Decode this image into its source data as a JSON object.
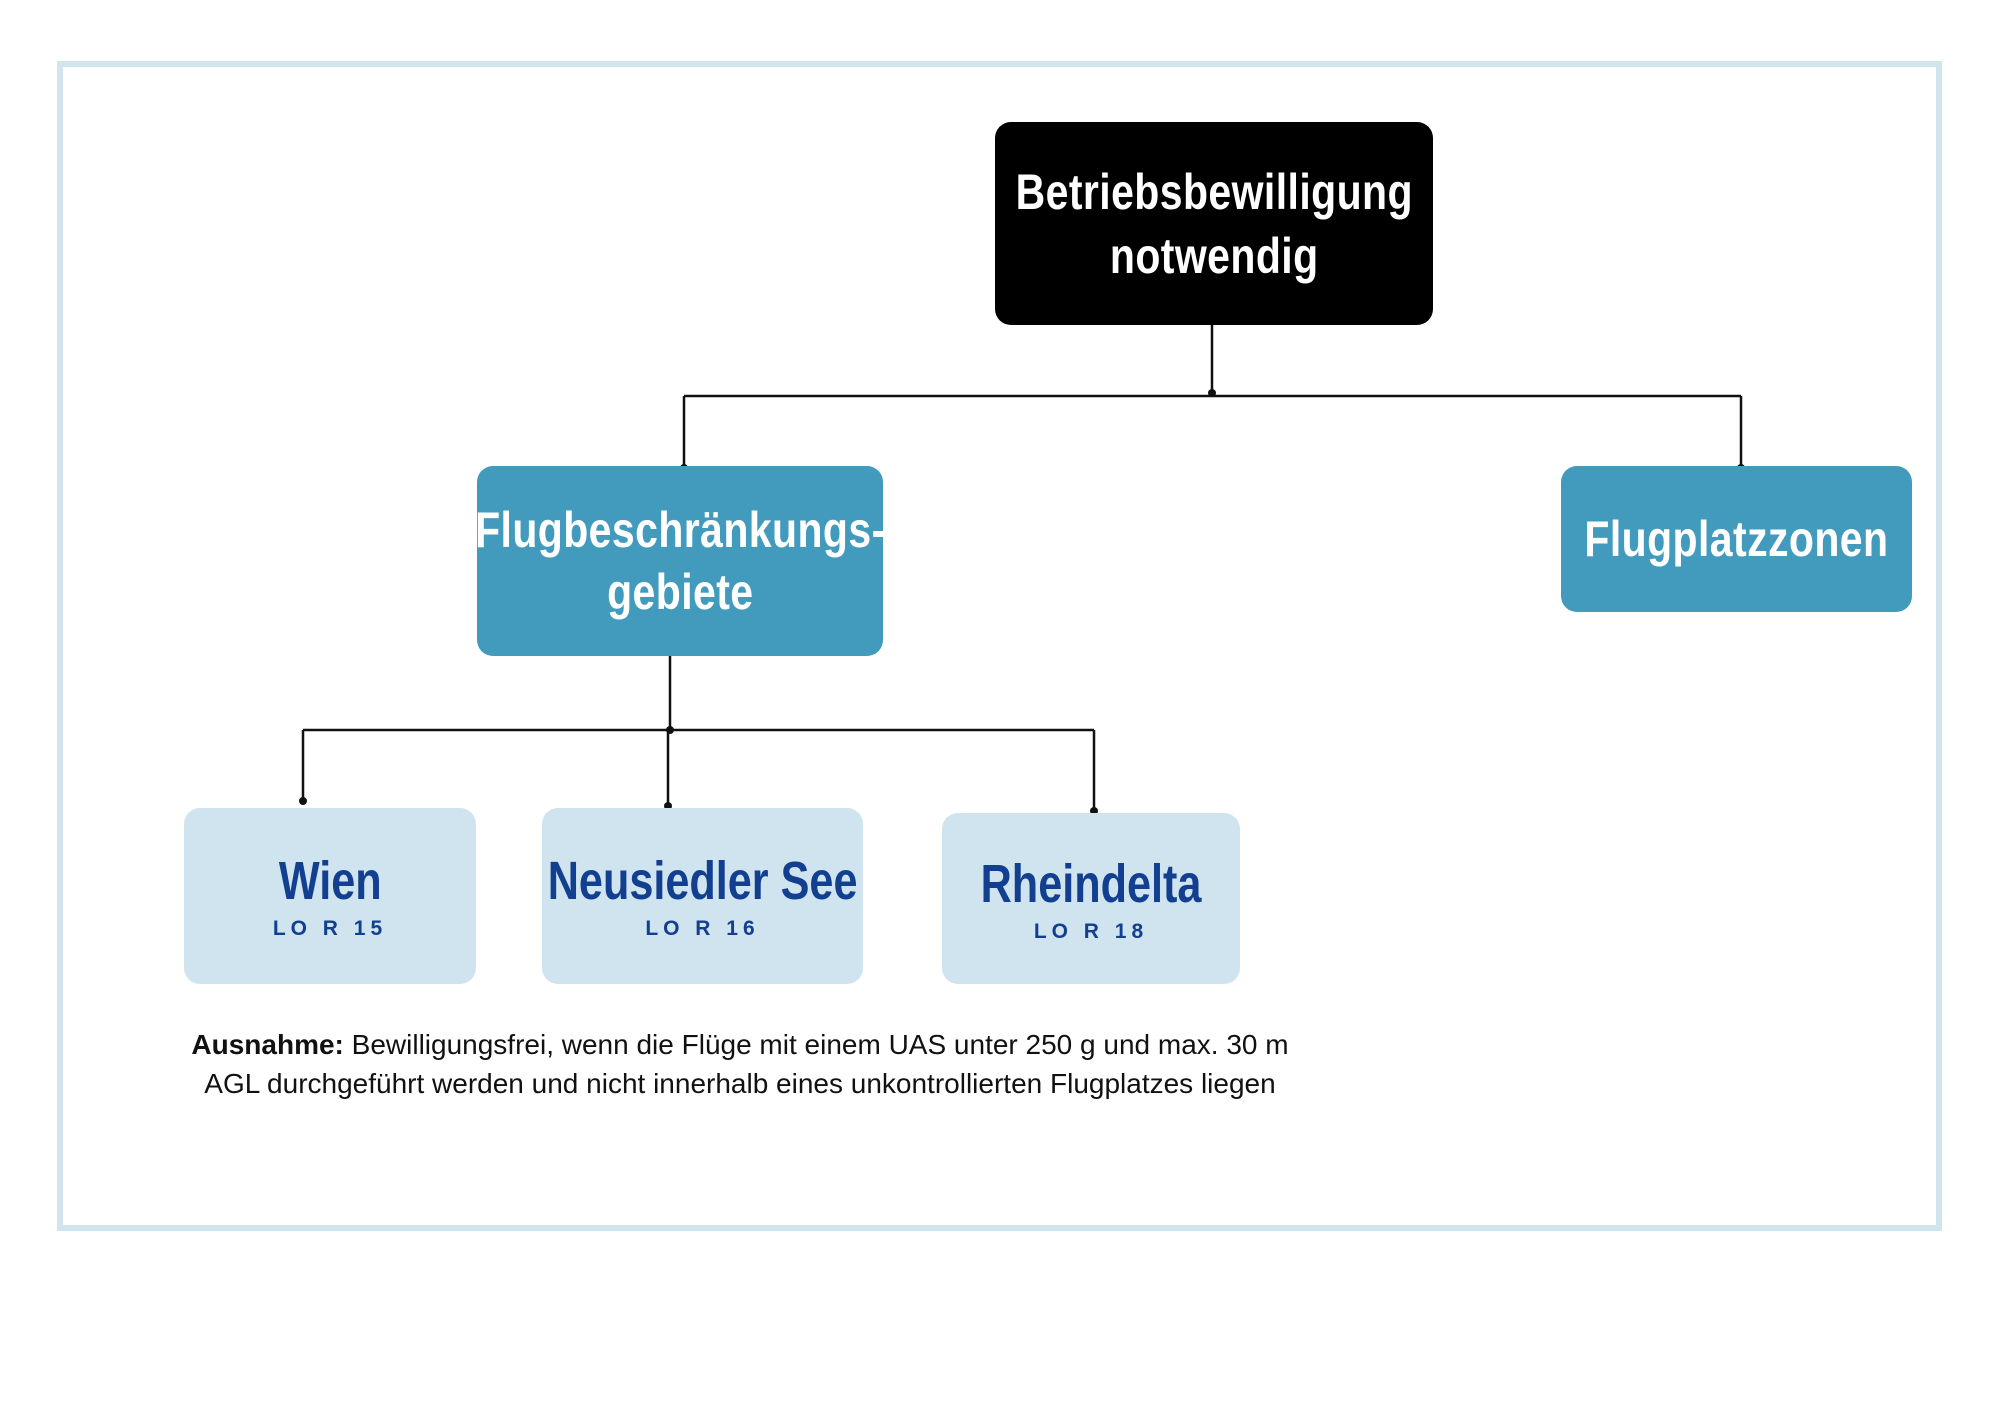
{
  "diagram": {
    "root": {
      "line1": "Betriebsbewilligung",
      "line2": "notwendig"
    },
    "restriction_areas": {
      "line1": "Flugbeschränkungs-",
      "line2": "gebiete"
    },
    "airfield_zones": {
      "label": "Flugplatzzonen"
    },
    "leaves": [
      {
        "title": "Wien",
        "code": "LO R 15"
      },
      {
        "title": "Neusiedler See",
        "code": "LO R 16"
      },
      {
        "title": "Rheindelta",
        "code": "LO R 18"
      }
    ]
  },
  "footnote": {
    "lead": "Ausnahme:",
    "text": "Bewilligungsfrei, wenn die Flüge mit einem UAS unter 250 g und max. 30 m",
    "text2": "AGL durchgeführt werden und nicht innerhalb eines unkontrollierten Flugplatzes liegen"
  },
  "colors": {
    "root_fill": "#000000",
    "mid_fill": "#429bbd",
    "leaf_fill": "#cfe4ee",
    "leaf_text": "#123f8f",
    "frame_border": "#d0e5ee"
  }
}
